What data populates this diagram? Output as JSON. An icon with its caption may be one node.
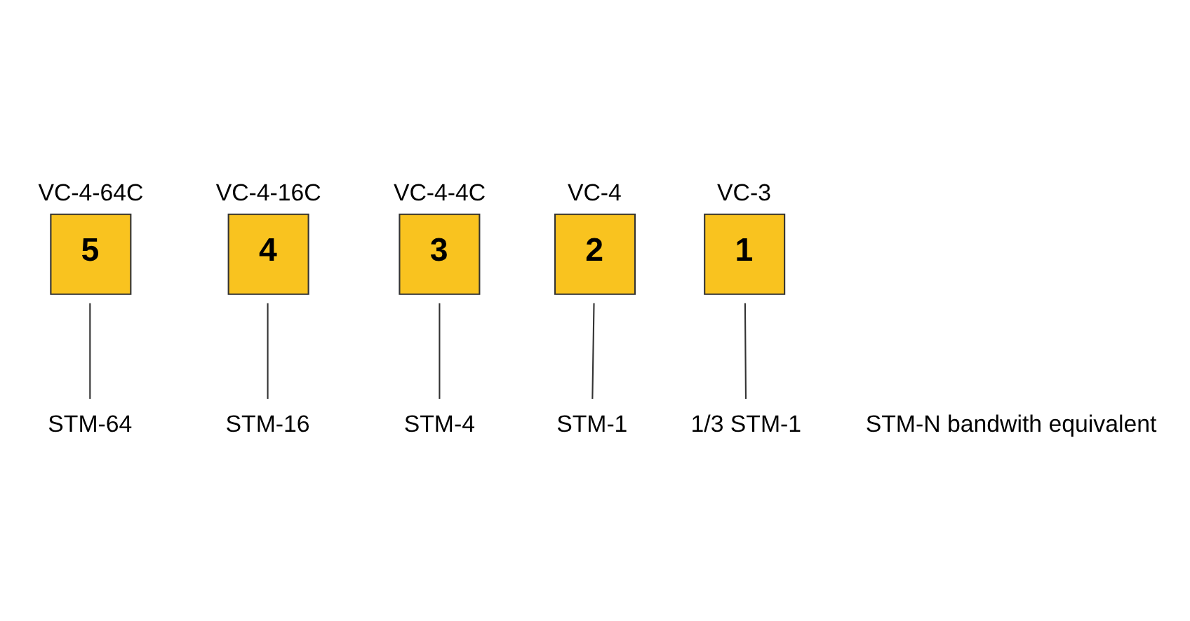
{
  "diagram": {
    "nodes": [
      {
        "text": [
          "5"
        ],
        "beside": [
          "VC-4-64C"
        ]
      },
      {
        "text": [
          "4"
        ],
        "beside": [
          "VC-4-16C"
        ]
      },
      {
        "text": [
          "3"
        ],
        "beside": [
          "VC-4-4C"
        ]
      },
      {
        "text": [
          "2"
        ],
        "beside": [
          "VC-4"
        ]
      },
      {
        "text": [
          "1"
        ],
        "beside": [
          "VC-3"
        ]
      },
      {
        "text": [
          "1/3 STM-1"
        ]
      },
      {
        "text": [
          "STM-1"
        ]
      },
      {
        "text": [
          "STM-4"
        ]
      },
      {
        "text": [
          "STM-16"
        ]
      },
      {
        "text": [
          "STM-64"
        ]
      }
    ],
    "edges": [
      {
        "from": 4,
        "to": 5,
        "arrow": "none"
      },
      {
        "from": 3,
        "to": 6,
        "arrow": "none"
      },
      {
        "from": 2,
        "to": 7,
        "arrow": "none"
      },
      {
        "from": 1,
        "to": 8,
        "arrow": "none"
      },
      {
        "from": 0,
        "to": 9,
        "arrow": "none"
      }
    ],
    "labels": [
      "STM-N bandwith equivalent"
    ]
  }
}
